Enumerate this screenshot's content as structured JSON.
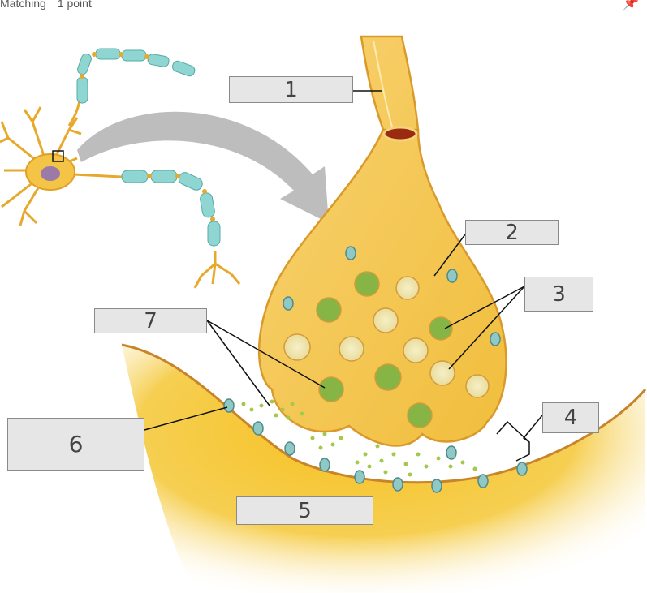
{
  "header": {
    "question_type": "Matching",
    "points": "1 point",
    "pin_icon": "pin-icon"
  },
  "labels": [
    "1",
    "2",
    "3",
    "4",
    "5",
    "6",
    "7"
  ],
  "colors": {
    "cytoplasm": "#f3c445",
    "membrane": "#d99a2b",
    "myelin": "#8fd6d3",
    "vesicle": "#a3c94a",
    "arrow": "#bdbdbd",
    "box": "#e6e6e6"
  }
}
